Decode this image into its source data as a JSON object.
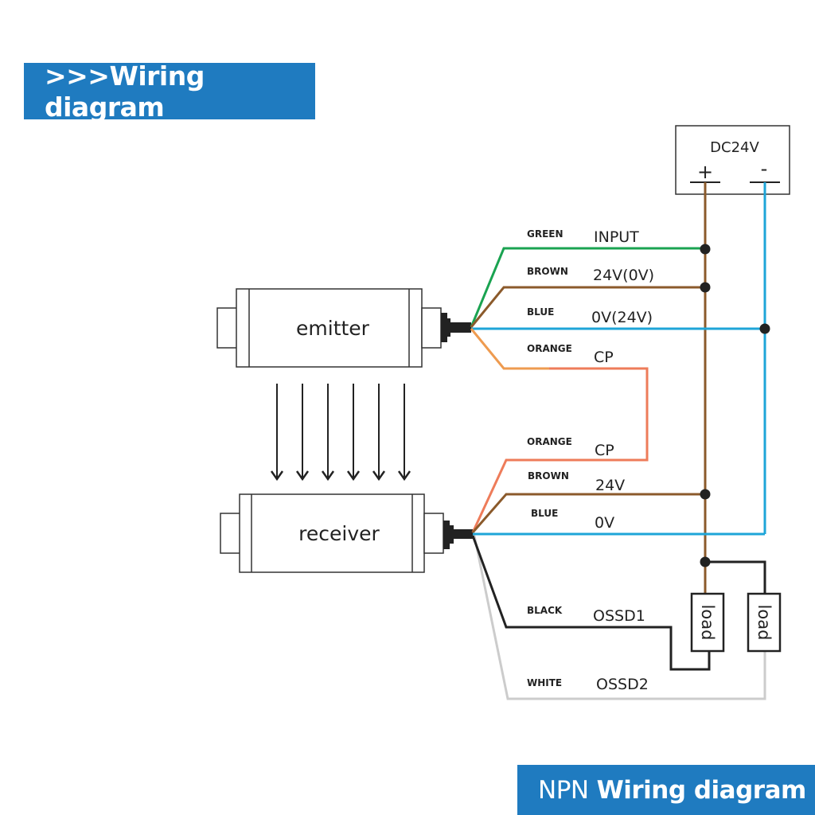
{
  "header": {
    "title": ">>>Wiring diagram"
  },
  "footer": {
    "prefix": "NPN",
    "title": "Wiring diagram"
  },
  "power_supply": {
    "label": "DC24V",
    "plus": "+",
    "minus": "-"
  },
  "devices": {
    "emitter": "emitter",
    "receiver": "receiver"
  },
  "emitter_wires": [
    {
      "color_name": "GREEN",
      "signal": "INPUT",
      "color": "#1aa351"
    },
    {
      "color_name": "BROWN",
      "signal": "24V(0V)",
      "color": "#8b5a2b"
    },
    {
      "color_name": "BLUE",
      "signal": "0V(24V)",
      "color": "#1ea5d8"
    },
    {
      "color_name": "ORANGE",
      "signal": "CP",
      "color": "#ee9b50"
    }
  ],
  "receiver_wires": [
    {
      "color_name": "ORANGE",
      "signal": "CP",
      "color": "#ee7c5a"
    },
    {
      "color_name": "BROWN",
      "signal": "24V",
      "color": "#8b5a2b"
    },
    {
      "color_name": "BLUE",
      "signal": "0V",
      "color": "#1ea5d8"
    },
    {
      "color_name": "BLACK",
      "signal": "OSSD1",
      "color": "#222222"
    },
    {
      "color_name": "WHITE",
      "signal": "OSSD2",
      "color": "#cccccc"
    }
  ],
  "loads": [
    "load",
    "load"
  ],
  "beam_count": 6,
  "colors": {
    "banner": "#1f7bc0",
    "brown_rail": "#8b5a2b",
    "blue_rail": "#1ea5d8"
  }
}
